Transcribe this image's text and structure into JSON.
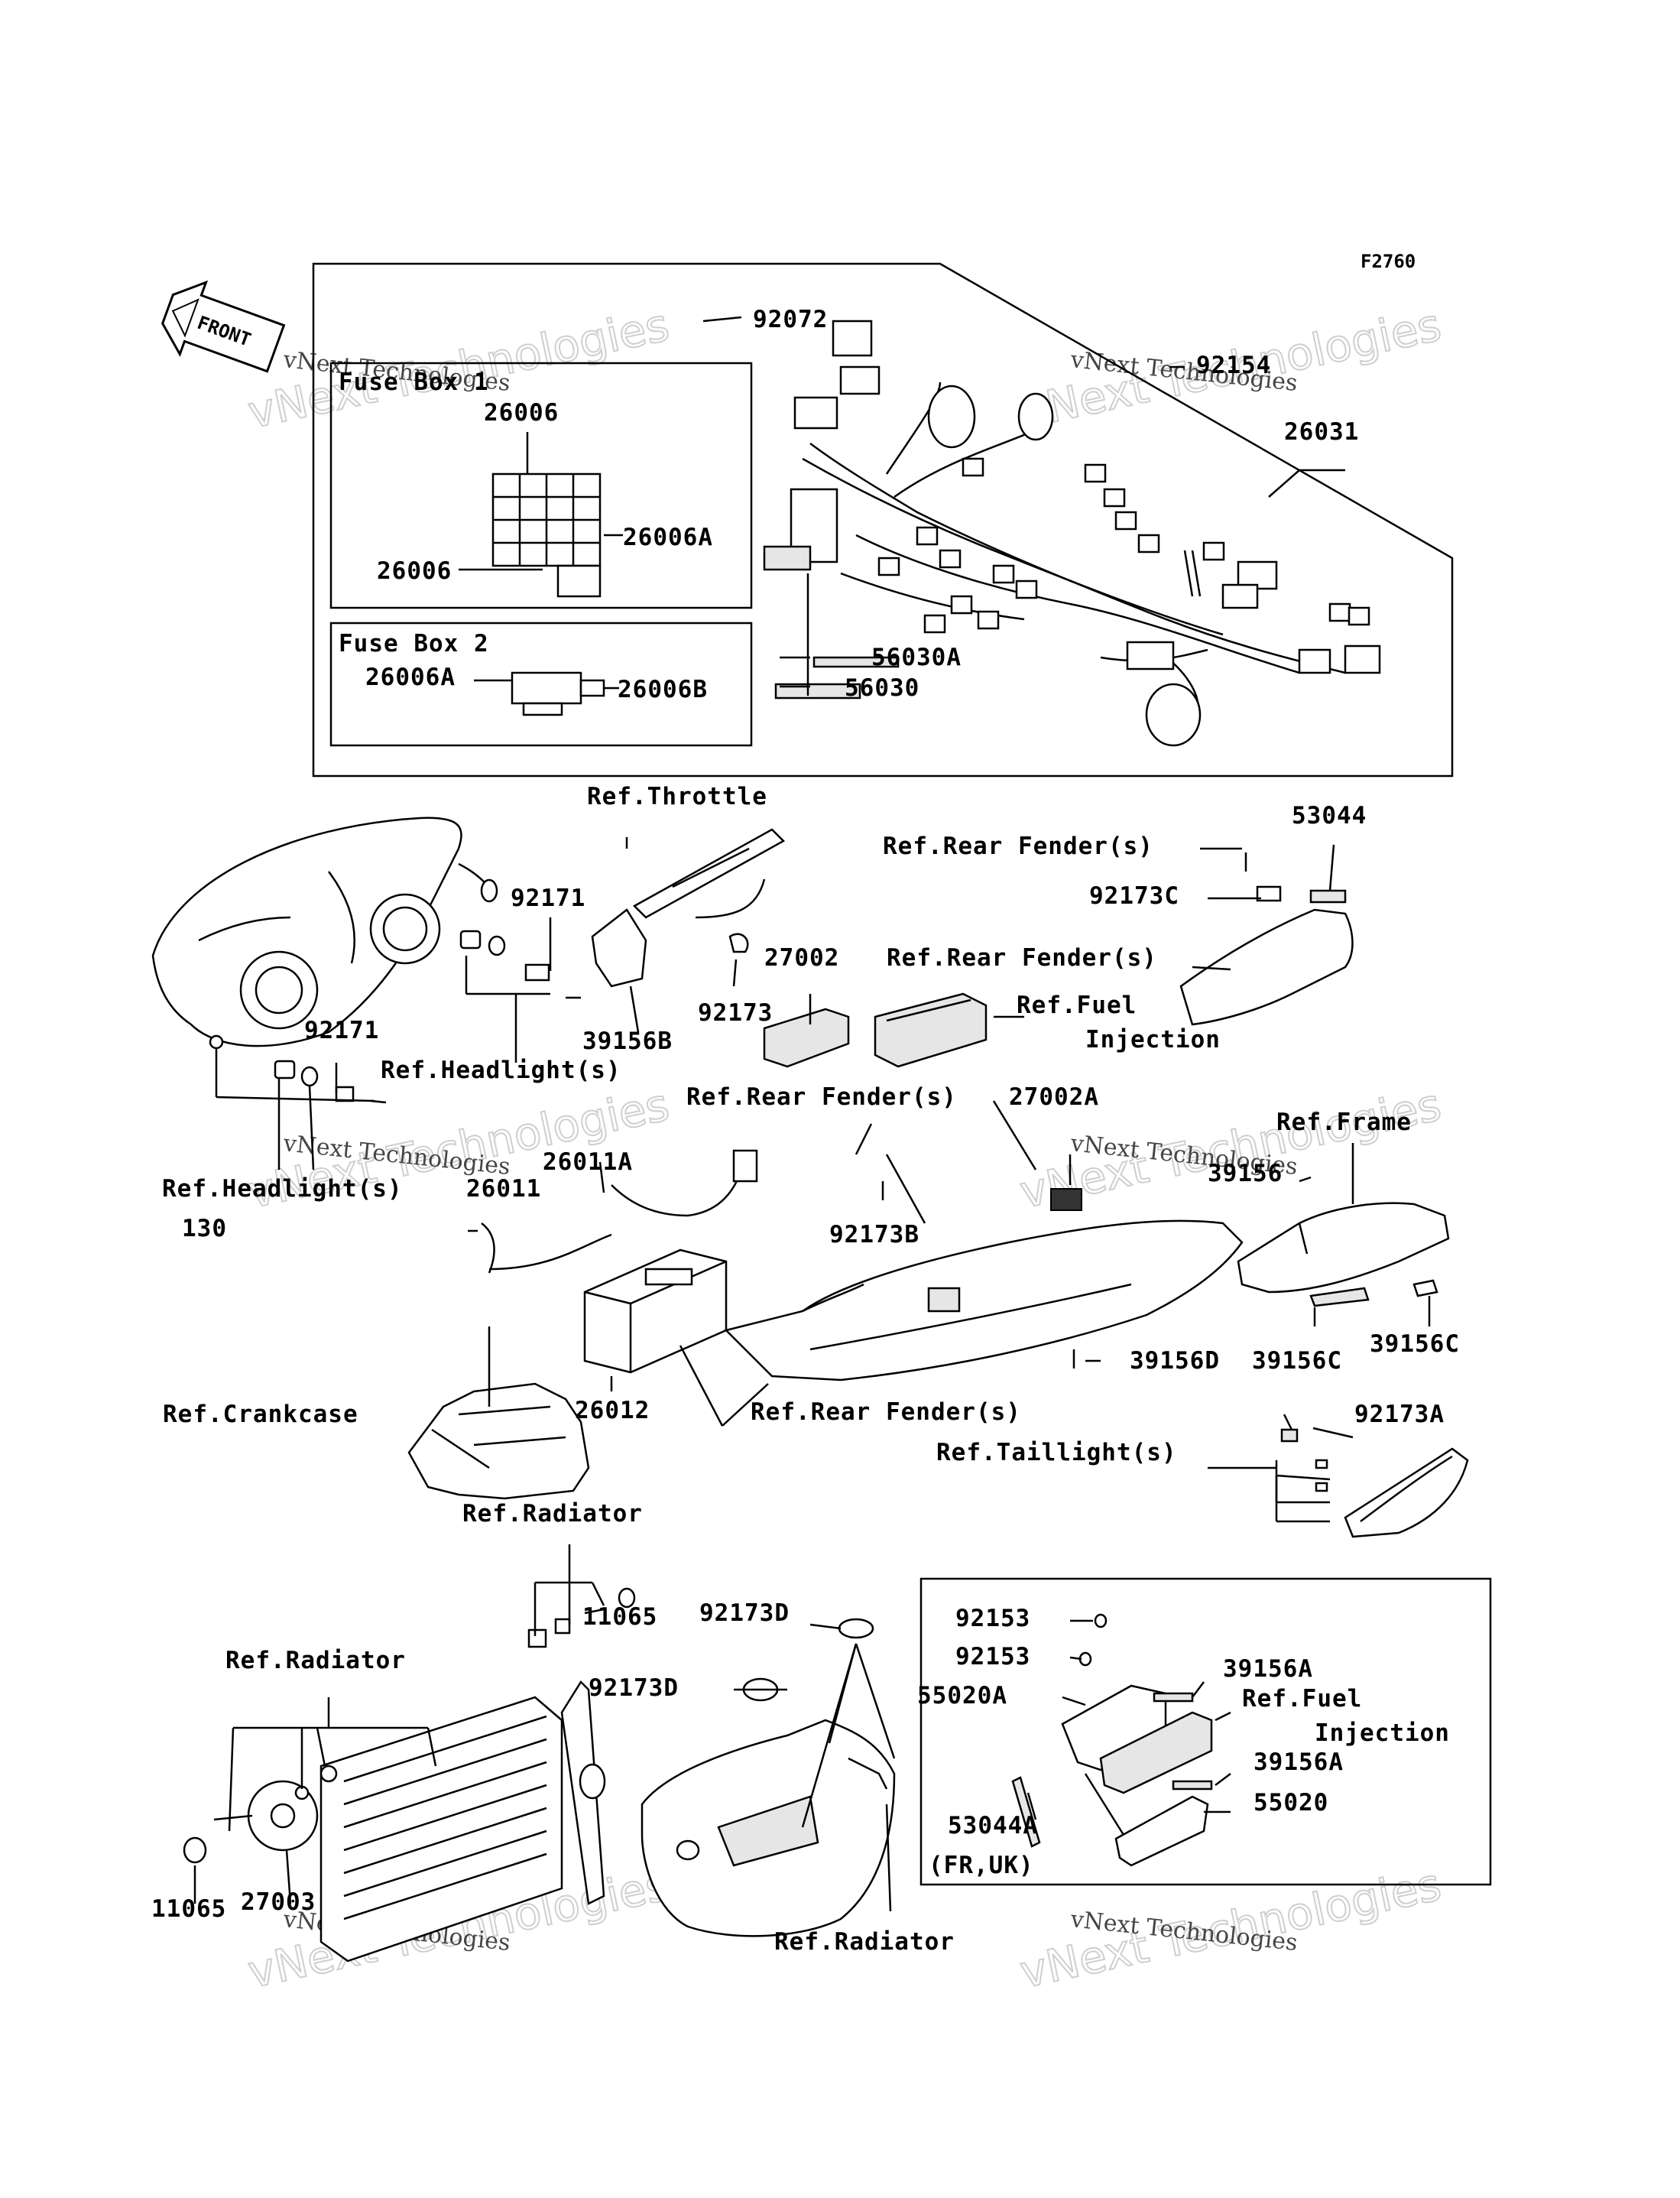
{
  "figure_code": "F2760",
  "front_label": "FRONT",
  "watermark": {
    "company": "vNext Technologies",
    "big_text": "vNext Technologies"
  },
  "boxes": {
    "fuse_box_1_title": "Fuse Box 1",
    "fuse_box_2_title": "Fuse Box 2",
    "variant_note": "(FR,UK)"
  },
  "callouts": [
    {
      "id": "c-92072",
      "text": "92072"
    },
    {
      "id": "c-92154",
      "text": "92154"
    },
    {
      "id": "c-26031",
      "text": "26031"
    },
    {
      "id": "c-26006-top",
      "text": "26006"
    },
    {
      "id": "c-26006A-top",
      "text": "26006A"
    },
    {
      "id": "c-26006-mid",
      "text": "26006"
    },
    {
      "id": "c-56030A",
      "text": "56030A"
    },
    {
      "id": "c-56030",
      "text": "56030"
    },
    {
      "id": "c-26006A-fb2",
      "text": "26006A"
    },
    {
      "id": "c-26006B",
      "text": "26006B"
    },
    {
      "id": "c-ref-throttle",
      "text": "Ref.Throttle"
    },
    {
      "id": "c-ref-rear-fender-1",
      "text": "Ref.Rear Fender(s)"
    },
    {
      "id": "c-53044",
      "text": "53044"
    },
    {
      "id": "c-92173C",
      "text": "92173C"
    },
    {
      "id": "c-ref-rear-fender-2",
      "text": "Ref.Rear Fender(s)"
    },
    {
      "id": "c-92171-a",
      "text": "92171"
    },
    {
      "id": "c-27002",
      "text": "27002"
    },
    {
      "id": "c-ref-fuel-inj-1a",
      "text": "Ref.Fuel"
    },
    {
      "id": "c-ref-fuel-inj-1b",
      "text": "Injection"
    },
    {
      "id": "c-92173",
      "text": "92173"
    },
    {
      "id": "c-39156B",
      "text": "39156B"
    },
    {
      "id": "c-92171-b",
      "text": "92171"
    },
    {
      "id": "c-ref-headlight-1",
      "text": "Ref.Headlight(s)"
    },
    {
      "id": "c-ref-rear-fender-3",
      "text": "Ref.Rear Fender(s)"
    },
    {
      "id": "c-27002A",
      "text": "27002A"
    },
    {
      "id": "c-ref-frame",
      "text": "Ref.Frame"
    },
    {
      "id": "c-26011A",
      "text": "26011A"
    },
    {
      "id": "c-39156",
      "text": "39156"
    },
    {
      "id": "c-ref-headlight-2",
      "text": "Ref.Headlight(s)"
    },
    {
      "id": "c-26011",
      "text": "26011"
    },
    {
      "id": "c-130",
      "text": "130"
    },
    {
      "id": "c-92173B",
      "text": "92173B"
    },
    {
      "id": "c-39156D",
      "text": "39156D"
    },
    {
      "id": "c-39156C-a",
      "text": "39156C"
    },
    {
      "id": "c-39156C-b",
      "text": "39156C"
    },
    {
      "id": "c-ref-crankcase",
      "text": "Ref.Crankcase"
    },
    {
      "id": "c-26012",
      "text": "26012"
    },
    {
      "id": "c-ref-rear-fender-4",
      "text": "Ref.Rear Fender(s)"
    },
    {
      "id": "c-92173A",
      "text": "92173A"
    },
    {
      "id": "c-ref-taillight",
      "text": "Ref.Taillight(s)"
    },
    {
      "id": "c-ref-radiator-1",
      "text": "Ref.Radiator"
    },
    {
      "id": "c-11065-a",
      "text": "11065"
    },
    {
      "id": "c-92173D-a",
      "text": "92173D"
    },
    {
      "id": "c-92173D-b",
      "text": "92173D"
    },
    {
      "id": "c-ref-radiator-2",
      "text": "Ref.Radiator"
    },
    {
      "id": "c-92153-a",
      "text": "92153"
    },
    {
      "id": "c-92153-b",
      "text": "92153"
    },
    {
      "id": "c-55020A",
      "text": "55020A"
    },
    {
      "id": "c-39156A-a",
      "text": "39156A"
    },
    {
      "id": "c-ref-fuel-inj-2a",
      "text": "Ref.Fuel"
    },
    {
      "id": "c-ref-fuel-inj-2b",
      "text": "Injection"
    },
    {
      "id": "c-39156A-b",
      "text": "39156A"
    },
    {
      "id": "c-53044A",
      "text": "53044A"
    },
    {
      "id": "c-55020",
      "text": "55020"
    },
    {
      "id": "c-11065-b",
      "text": "11065"
    },
    {
      "id": "c-27003",
      "text": "27003"
    },
    {
      "id": "c-ref-radiator-3",
      "text": "Ref.Radiator"
    }
  ]
}
